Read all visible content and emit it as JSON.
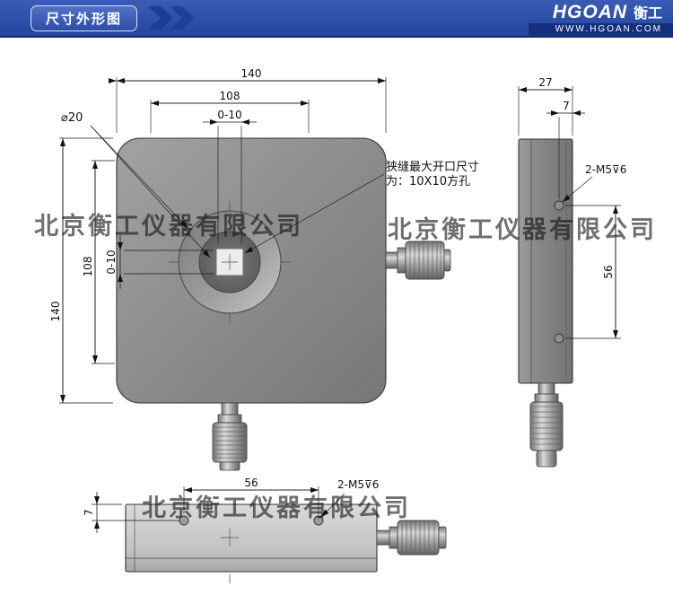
{
  "header": {
    "title": "尺寸外形图",
    "brand": "HGOAN",
    "brand_cn": "衡工",
    "website": "WWW.HGOAN.COM"
  },
  "watermark": {
    "text": "北京衡工仪器有限公司"
  },
  "colors": {
    "header_blue": "#2c4da6",
    "header_dark_blue": "#16307e",
    "watermark_blue": "#9db6e4",
    "plate_gray": "#8c8c8c"
  },
  "front_view": {
    "dim_width_total": "140",
    "dim_width_sub": "108",
    "dim_slit_horizontal": "0-10",
    "dim_slit_vertical": "0-10",
    "dim_height_sub": "108",
    "dim_height_total": "140",
    "aperture_diameter": "⌀20",
    "note_line1": "狭缝最大开口尺寸",
    "note_line2": "为：10X10方孔"
  },
  "side_view": {
    "dim_depth": "27",
    "dim_edge_to_hole": "7",
    "hole_callout": "2-M5⊽6",
    "dim_hole_spacing": "56"
  },
  "bottom_view": {
    "dim_hole_spacing": "56",
    "dim_edge_to_hole": "7",
    "hole_callout": "2-M5⊽6"
  }
}
